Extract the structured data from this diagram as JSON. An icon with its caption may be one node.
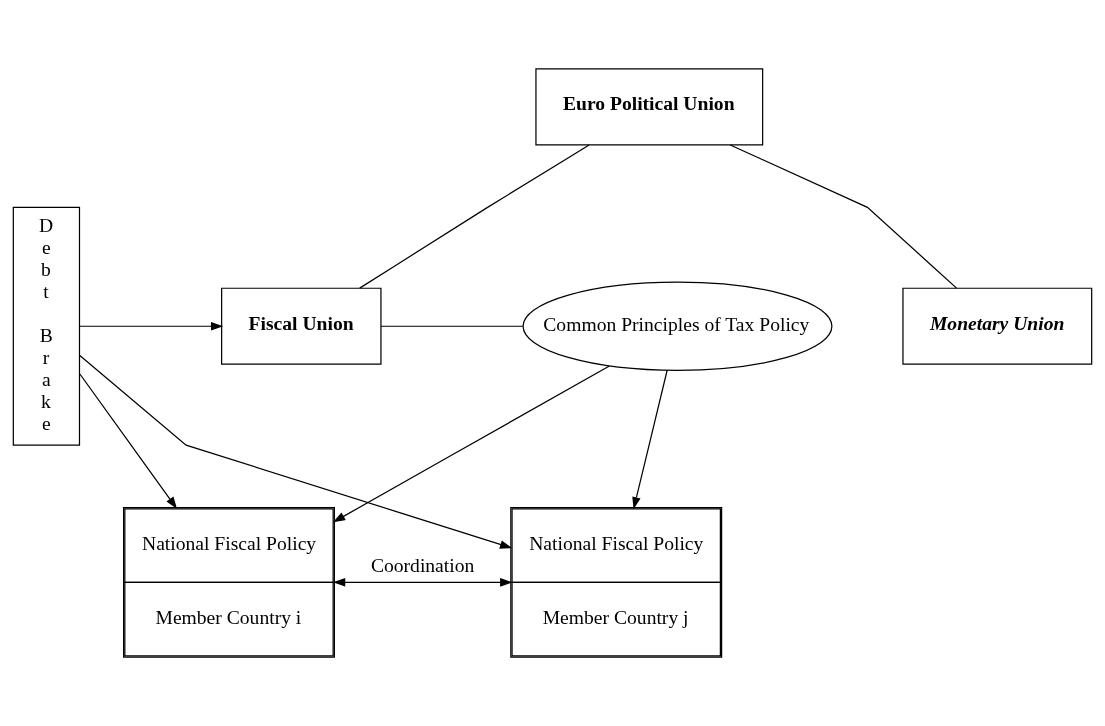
{
  "diagram": {
    "nodes": [
      {
        "text": [
          "Euro Political Union"
        ]
      },
      {
        "text": [
          "Debt Brake"
        ]
      },
      {
        "text": [
          "Fiscal Union"
        ]
      },
      {
        "text": [
          "Common Principles of Tax Policy"
        ]
      },
      {
        "text": [
          "Monetary Union"
        ]
      },
      {
        "text": [
          "National Fiscal Policy",
          "Member Country i"
        ]
      },
      {
        "text": [
          "National Fiscal Policy",
          "Member Country j"
        ]
      }
    ],
    "edges": [
      {
        "from": 0,
        "to": 2,
        "arrow": "none"
      },
      {
        "from": 0,
        "to": 4,
        "arrow": "none"
      },
      {
        "from": 1,
        "to": 2,
        "arrow": "to"
      },
      {
        "from": 2,
        "to": 3,
        "arrow": "none"
      },
      {
        "from": 3,
        "to": 5,
        "arrow": "to"
      },
      {
        "from": 3,
        "to": 6,
        "arrow": "to"
      },
      {
        "from": 5,
        "to": 6,
        "arrow": "both",
        "label": "Coordination"
      },
      {
        "from": 1,
        "to": 5,
        "arrow": "to"
      },
      {
        "from": 1,
        "to": 6,
        "arrow": "to"
      }
    ]
  }
}
